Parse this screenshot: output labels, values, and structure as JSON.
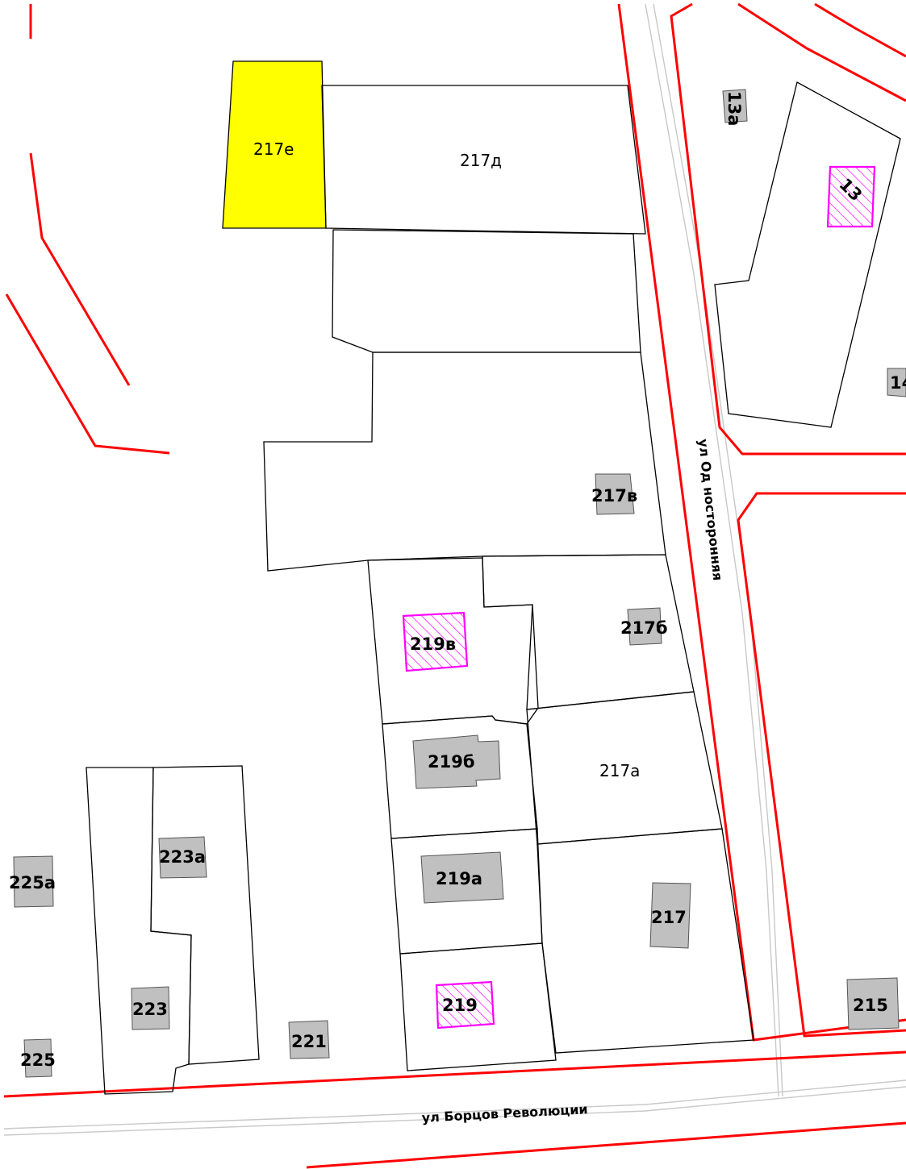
{
  "colors": {
    "selected_parcel": "#ffff00",
    "road_boundary": "#ff0000",
    "building": "#c0c0c0",
    "hatched_building": "#ff00ff",
    "road_edge": "#c8c8c8"
  },
  "streets": {
    "odnostoronnyaya": "ул Од носторонняя",
    "bortsov_revolyutsii": "ул Борцов Революции"
  },
  "parcels": {
    "p217e": "217е",
    "p217d": "217д",
    "p217a": "217а"
  },
  "buildings": {
    "b13a": "13а",
    "b13": "13",
    "b14": "14",
    "b217v": "217в",
    "b219v": "219в",
    "b217b": "217б",
    "b219b": "219б",
    "b223a": "223а",
    "b225a": "225а",
    "b219a": "219а",
    "b217": "217",
    "b223": "223",
    "b219": "219",
    "b221": "221",
    "b225": "225",
    "b215": "215"
  }
}
